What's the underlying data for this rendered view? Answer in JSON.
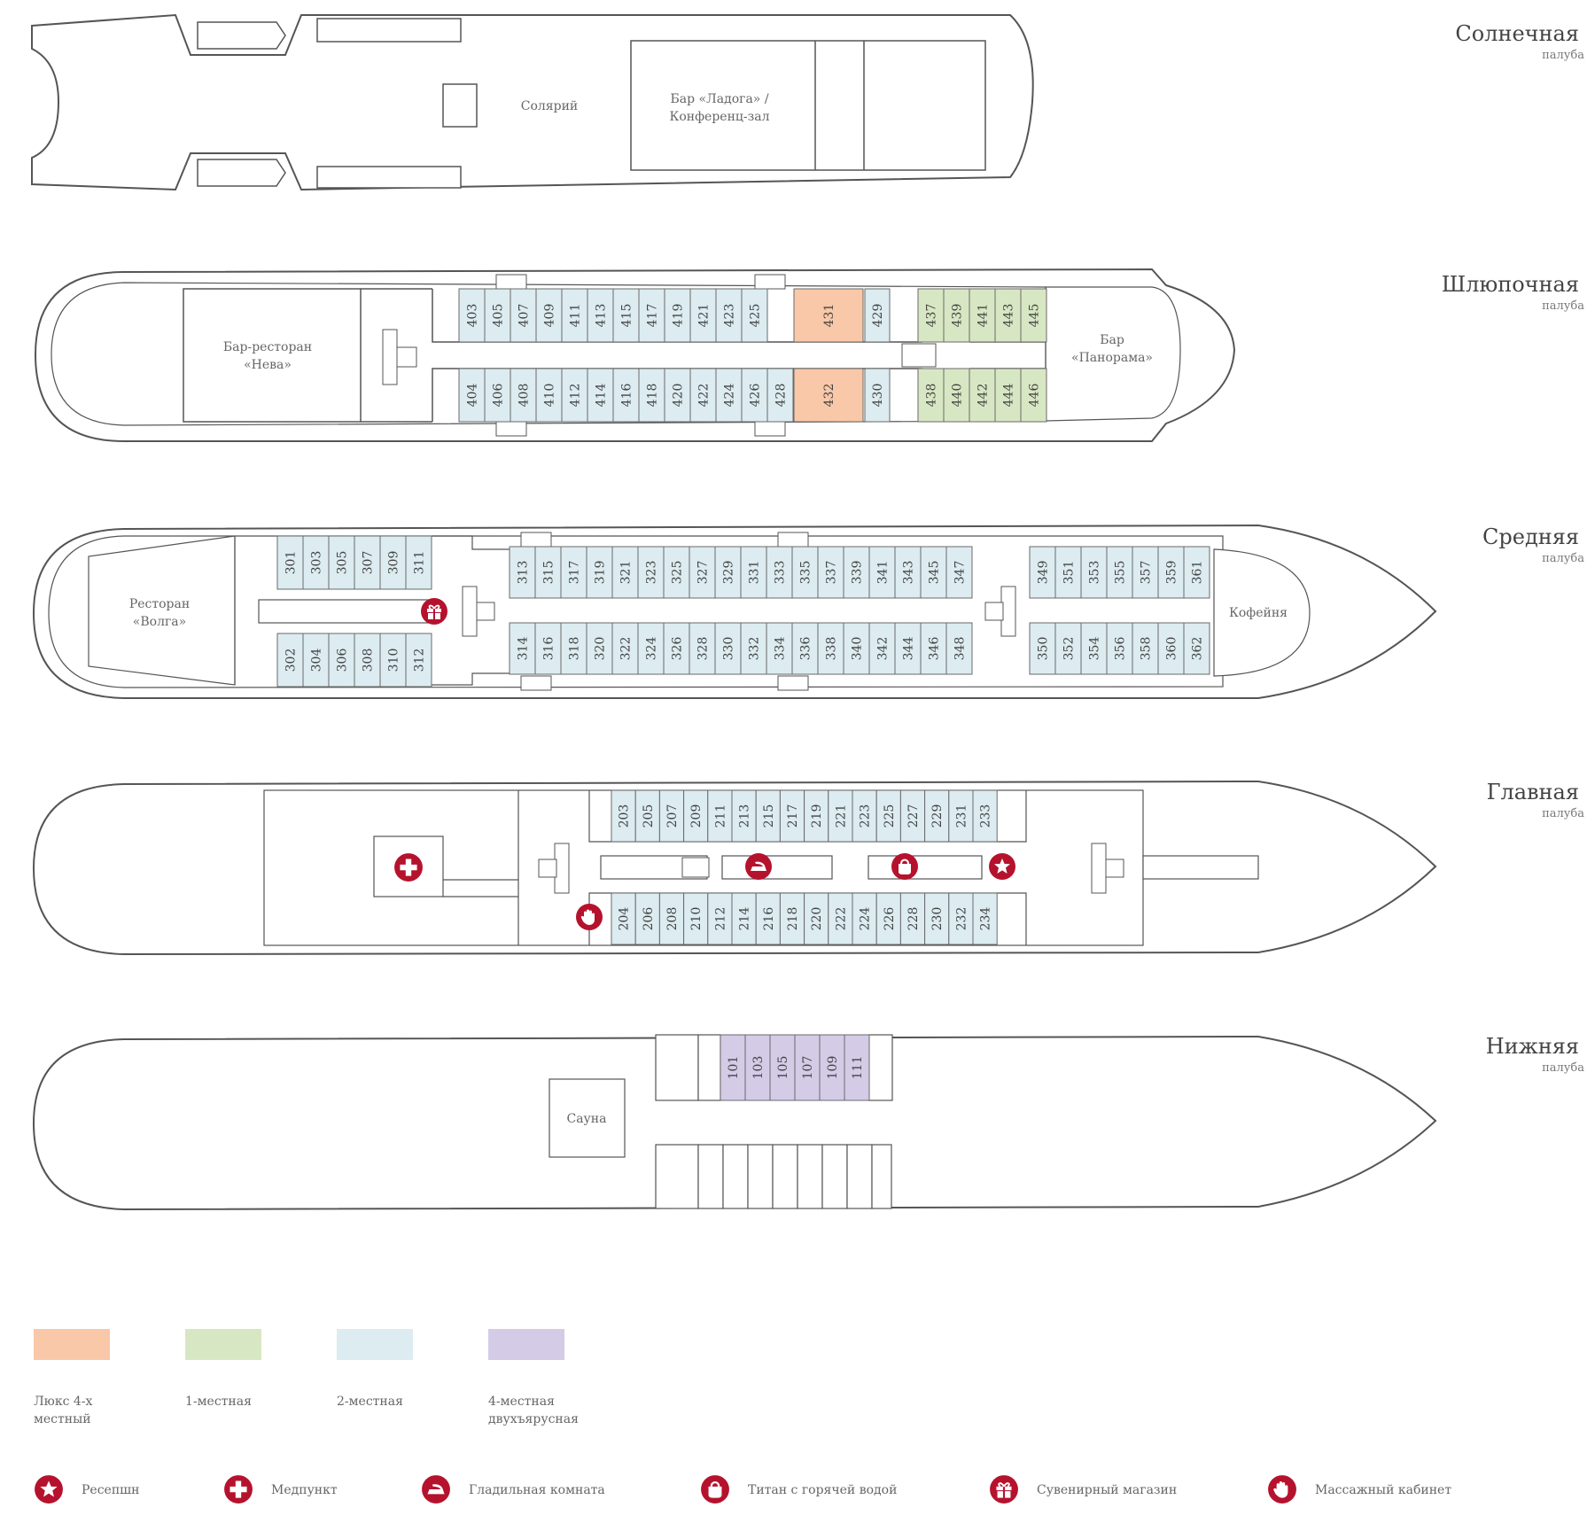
{
  "colors": {
    "suite4": "#f9c8a8",
    "single": "#d8e7c3",
    "double": "#dcecf0",
    "quad_bunk": "#d4cbe7",
    "icon": "#b5122e",
    "line": "#555555",
    "text": "#555555"
  },
  "decks": {
    "sun": {
      "name": "Солнечная",
      "sub": "палуба",
      "labels": {
        "solarium": "Солярий",
        "bar_line1": "Бар «Ладога» /",
        "bar_line2": "Конференц-зал"
      }
    },
    "boat": {
      "name": "Шлюпочная",
      "sub": "палуба",
      "labels": {
        "neva_line1": "Бар-ресторан",
        "neva_line2": "«Нева»",
        "panorama_line1": "Бар",
        "panorama_line2": "«Панорама»"
      },
      "cabins_top": [
        {
          "n": "403",
          "t": "double"
        },
        {
          "n": "405",
          "t": "double"
        },
        {
          "n": "407",
          "t": "double"
        },
        {
          "n": "409",
          "t": "double"
        },
        {
          "n": "411",
          "t": "double"
        },
        {
          "n": "413",
          "t": "double"
        },
        {
          "n": "415",
          "t": "double"
        },
        {
          "n": "417",
          "t": "double"
        },
        {
          "n": "419",
          "t": "double"
        },
        {
          "n": "421",
          "t": "double"
        },
        {
          "n": "423",
          "t": "double"
        },
        {
          "n": "425",
          "t": "double"
        }
      ],
      "cabins_bottom": [
        {
          "n": "404",
          "t": "double"
        },
        {
          "n": "406",
          "t": "double"
        },
        {
          "n": "408",
          "t": "double"
        },
        {
          "n": "410",
          "t": "double"
        },
        {
          "n": "412",
          "t": "double"
        },
        {
          "n": "414",
          "t": "double"
        },
        {
          "n": "416",
          "t": "double"
        },
        {
          "n": "418",
          "t": "double"
        },
        {
          "n": "420",
          "t": "double"
        },
        {
          "n": "422",
          "t": "double"
        },
        {
          "n": "424",
          "t": "double"
        },
        {
          "n": "426",
          "t": "double"
        },
        {
          "n": "428",
          "t": "double"
        }
      ],
      "suite_top": {
        "n": "431",
        "t": "suite4"
      },
      "suite_bottom": {
        "n": "432",
        "t": "suite4"
      },
      "cabin_429": {
        "n": "429",
        "t": "double"
      },
      "cabin_430": {
        "n": "430",
        "t": "double"
      },
      "singles_top": [
        {
          "n": "437",
          "t": "single"
        },
        {
          "n": "439",
          "t": "single"
        },
        {
          "n": "441",
          "t": "single"
        },
        {
          "n": "443",
          "t": "single"
        },
        {
          "n": "445",
          "t": "single"
        }
      ],
      "singles_bottom": [
        {
          "n": "438",
          "t": "single"
        },
        {
          "n": "440",
          "t": "single"
        },
        {
          "n": "442",
          "t": "single"
        },
        {
          "n": "444",
          "t": "single"
        },
        {
          "n": "446",
          "t": "single"
        }
      ]
    },
    "middle": {
      "name": "Средняя",
      "sub": "палуба",
      "labels": {
        "volga_line1": "Ресторан",
        "volga_line2": "«Волга»",
        "cafe": "Кофейня"
      },
      "aft_top": [
        "301",
        "303",
        "305",
        "307",
        "309",
        "311"
      ],
      "aft_bottom": [
        "302",
        "304",
        "306",
        "308",
        "310",
        "312"
      ],
      "mid_top": [
        "313",
        "315",
        "317",
        "319",
        "321",
        "323",
        "325",
        "327",
        "329",
        "331",
        "333",
        "335",
        "337",
        "339",
        "341",
        "343",
        "345",
        "347"
      ],
      "mid_bottom": [
        "314",
        "316",
        "318",
        "320",
        "322",
        "324",
        "326",
        "328",
        "330",
        "332",
        "334",
        "336",
        "338",
        "340",
        "342",
        "344",
        "346",
        "348"
      ],
      "bow_top": [
        "349",
        "351",
        "353",
        "355",
        "357",
        "359",
        "361"
      ],
      "bow_bottom": [
        "350",
        "352",
        "354",
        "356",
        "358",
        "360",
        "362"
      ]
    },
    "main": {
      "name": "Главная",
      "sub": "палуба",
      "top": [
        "203",
        "205",
        "207",
        "209",
        "211",
        "213",
        "215",
        "217",
        "219",
        "221",
        "223",
        "225",
        "227",
        "229",
        "231",
        "233"
      ],
      "bottom": [
        "204",
        "206",
        "208",
        "210",
        "212",
        "214",
        "216",
        "218",
        "220",
        "222",
        "224",
        "226",
        "228",
        "230",
        "232",
        "234"
      ]
    },
    "lower": {
      "name": "Нижняя",
      "sub": "палуба",
      "labels": {
        "sauna": "Сауна"
      },
      "cabins": [
        "101",
        "103",
        "105",
        "107",
        "109",
        "111"
      ]
    }
  },
  "legend": {
    "cabin_types": [
      {
        "key": "suite4",
        "line1": "Люкс 4-х",
        "line2": "местный"
      },
      {
        "key": "single",
        "line1": "1-местная",
        "line2": ""
      },
      {
        "key": "double",
        "line1": "2-местная",
        "line2": ""
      },
      {
        "key": "quad_bunk",
        "line1": "4-местная",
        "line2": "двухъярусная"
      }
    ],
    "icons": [
      {
        "icon": "star-icon",
        "label": "Ресепшн"
      },
      {
        "icon": "medical-cross-icon",
        "label": "Медпункт"
      },
      {
        "icon": "iron-icon",
        "label": "Гладильная комната"
      },
      {
        "icon": "kettle-icon",
        "label": "Титан с горячей водой"
      },
      {
        "icon": "gift-icon",
        "label": "Сувенирный магазин"
      },
      {
        "icon": "massage-hand-icon",
        "label": "Массажный кабинет"
      }
    ]
  }
}
